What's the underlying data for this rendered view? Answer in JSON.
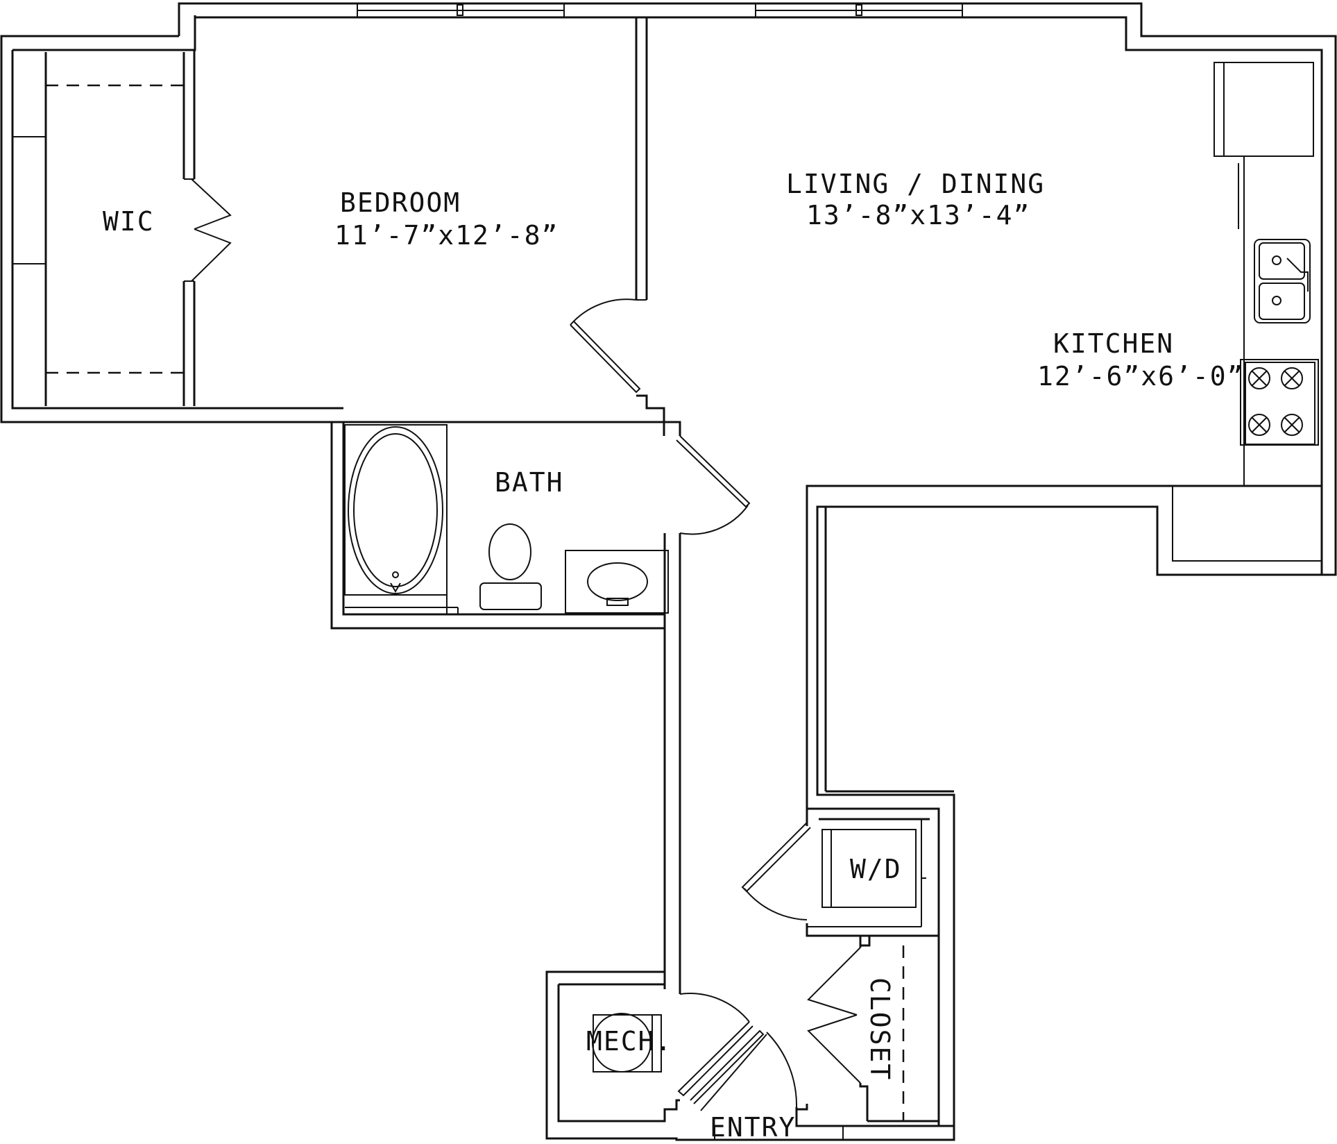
{
  "rooms": {
    "bedroom": {
      "name": "BEDROOM",
      "size": "11’-7”x12’-8”"
    },
    "living": {
      "name": "LIVING / DINING",
      "size": "13’-8”x13’-4”"
    },
    "kitchen": {
      "name": "KITCHEN",
      "size": "12’-6”x6’-0”"
    },
    "wic": {
      "name": "WIC"
    },
    "bath": {
      "name": "BATH"
    },
    "wd": {
      "name": "W/D"
    },
    "closet": {
      "name": "CLOSET"
    },
    "mech": {
      "name": "MECH."
    },
    "entry": {
      "name": "ENTRY"
    }
  }
}
